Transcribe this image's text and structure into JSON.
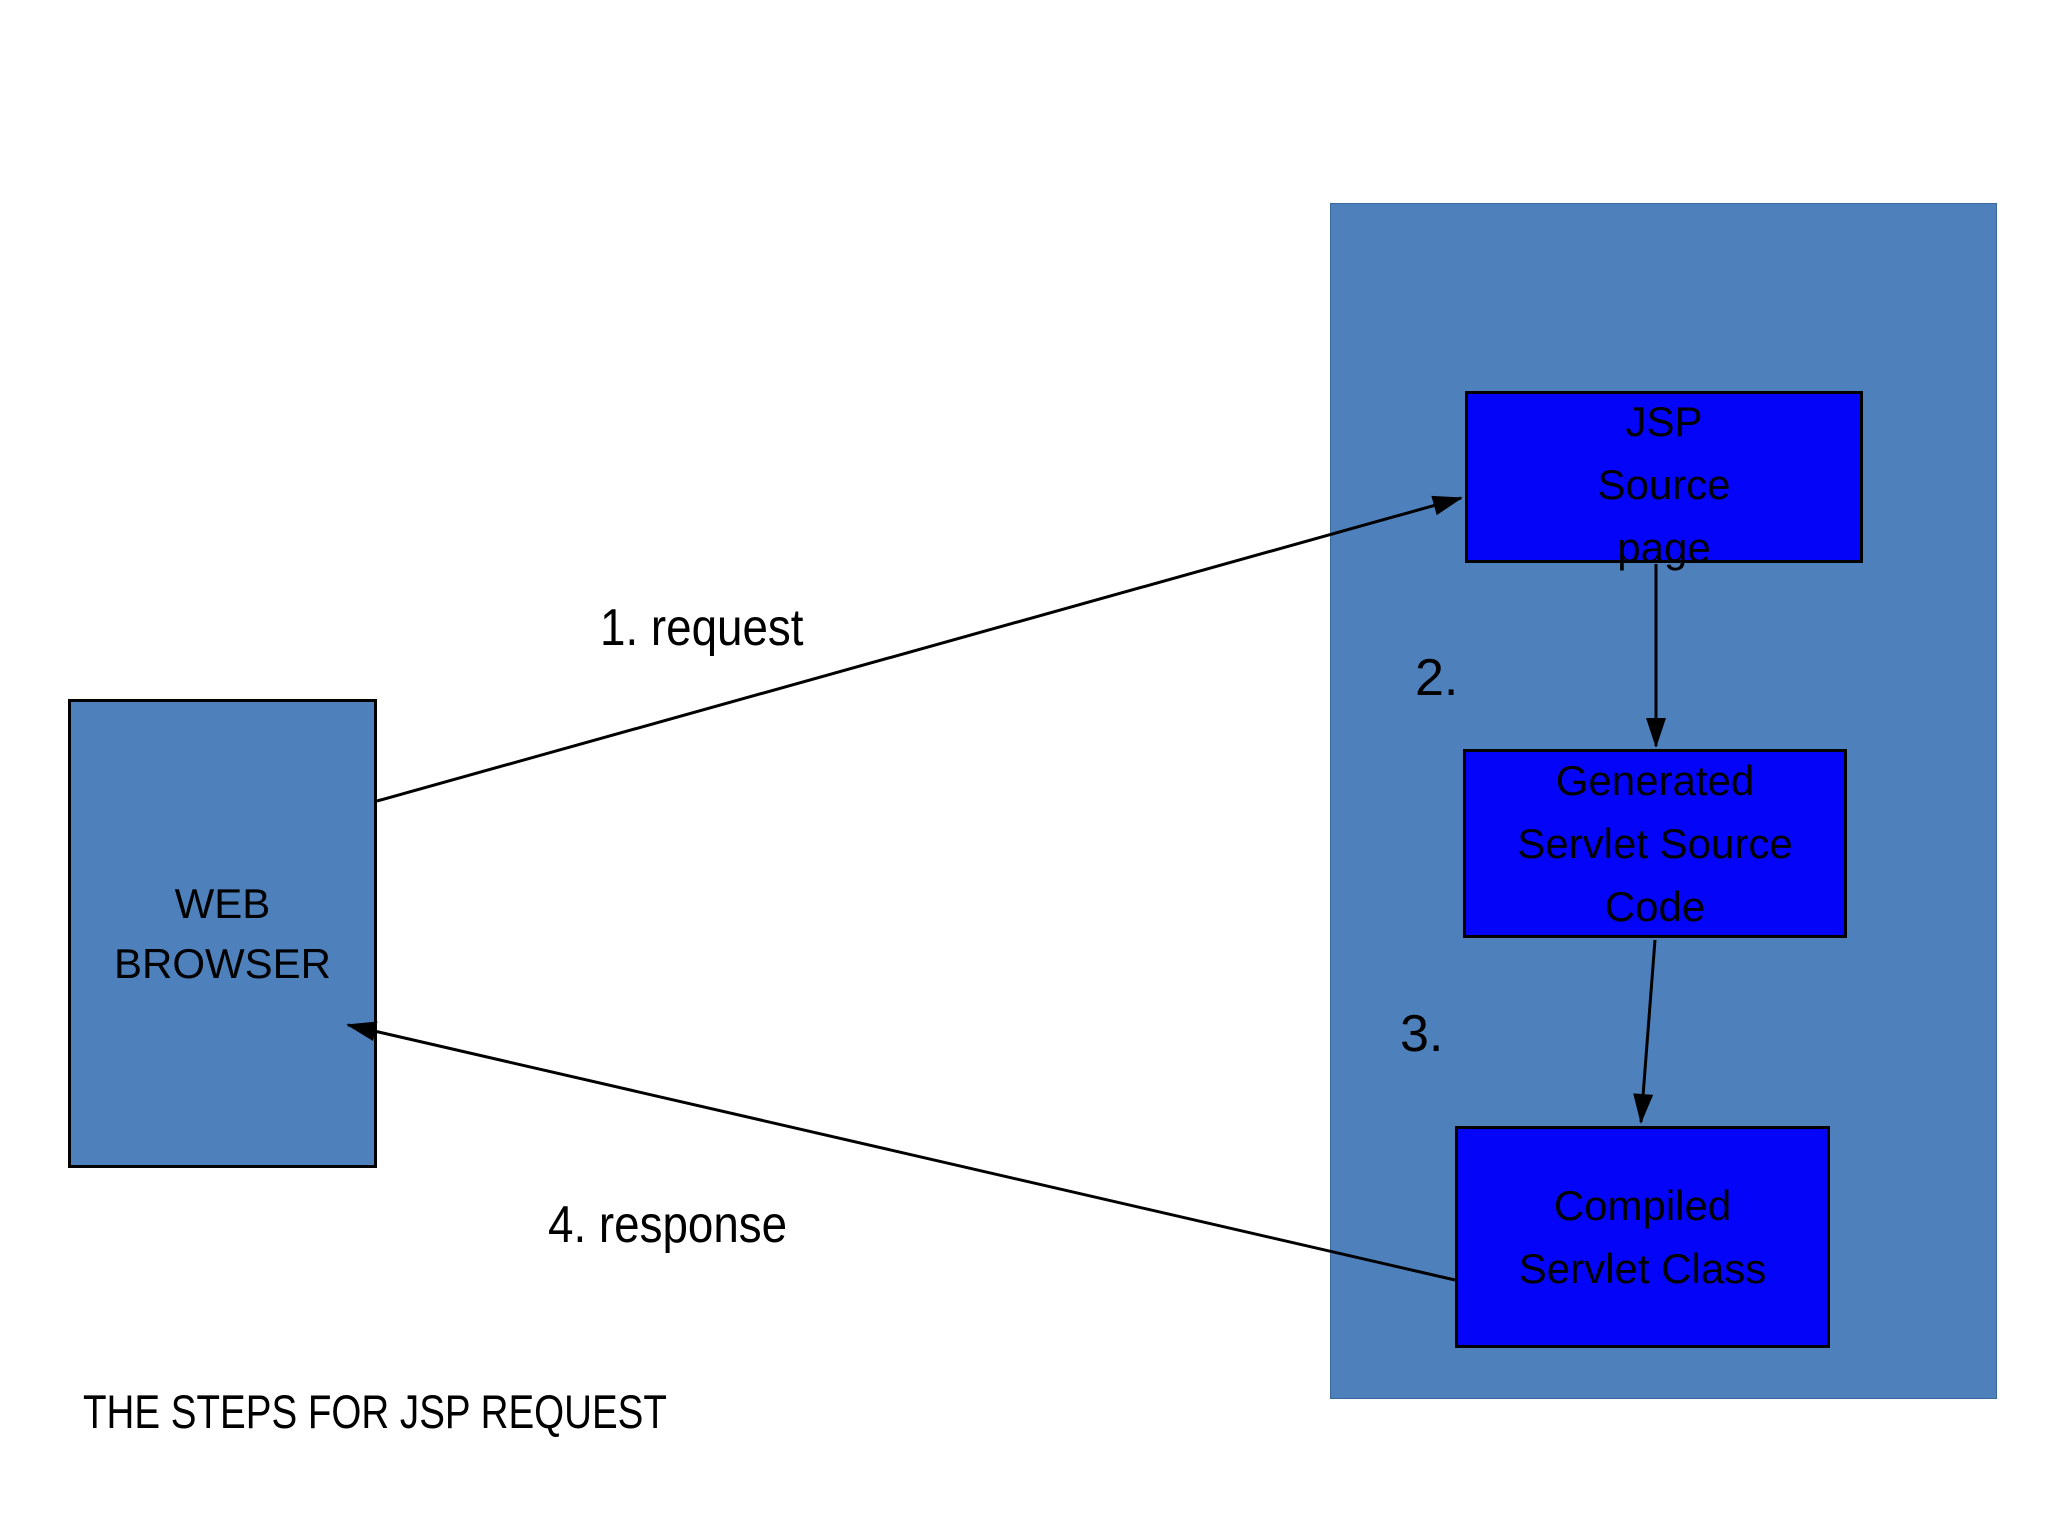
{
  "colors": {
    "canvas": "#ffffff",
    "panel": "#4e80bc",
    "node": "#0404f8",
    "ink": "#000000"
  },
  "caption": "THE STEPS FOR JSP REQUEST",
  "browser": {
    "lines": [
      "WEB",
      "BROWSER"
    ]
  },
  "server_panel": {
    "nodes": [
      {
        "id": "jsp-source-page",
        "lines": [
          "JSP",
          "Source",
          "page"
        ]
      },
      {
        "id": "generated-servlet-source-code",
        "lines": [
          "Generated",
          "Servlet Source",
          "Code"
        ]
      },
      {
        "id": "compiled-servlet-class",
        "lines": [
          "Compiled",
          "Servlet Class"
        ]
      }
    ]
  },
  "steps": {
    "request": "1. request",
    "step2": "2.",
    "step3": "3.",
    "response": "4. response"
  }
}
